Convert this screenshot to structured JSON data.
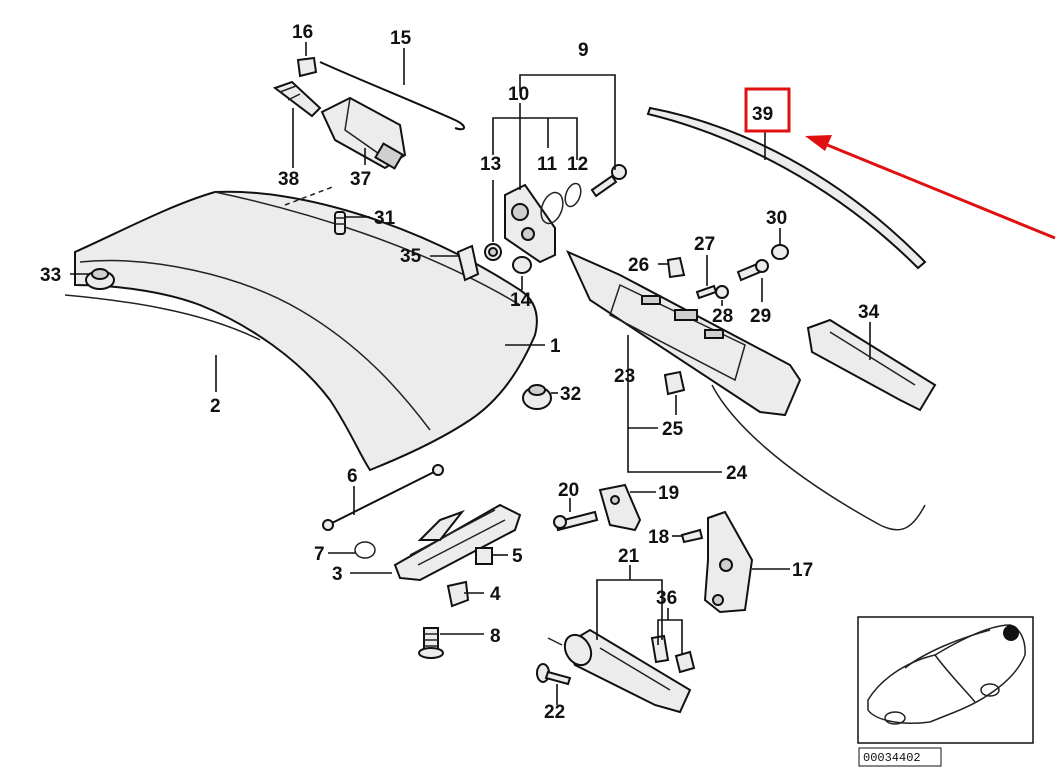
{
  "diagram": {
    "part_numbers": {
      "p1": "1",
      "p2": "2",
      "p3": "3",
      "p4": "4",
      "p5": "5",
      "p6": "6",
      "p7": "7",
      "p8": "8",
      "p9": "9",
      "p10": "10",
      "p11": "11",
      "p12": "12",
      "p13": "13",
      "p14": "14",
      "p15": "15",
      "p16": "16",
      "p17": "17",
      "p18": "18",
      "p19": "19",
      "p20": "20",
      "p21": "21",
      "p22": "22",
      "p23": "23",
      "p24": "24",
      "p25": "25",
      "p26": "26",
      "p27": "27",
      "p28": "28",
      "p29": "29",
      "p30": "30",
      "p31": "31",
      "p32": "32",
      "p33": "33",
      "p34": "34",
      "p35": "35",
      "p36": "36",
      "p37": "37",
      "p38": "38",
      "p39": "39"
    },
    "highlighted_part": "39",
    "highlight_color": "#e01010",
    "reference_code": "00034402"
  }
}
